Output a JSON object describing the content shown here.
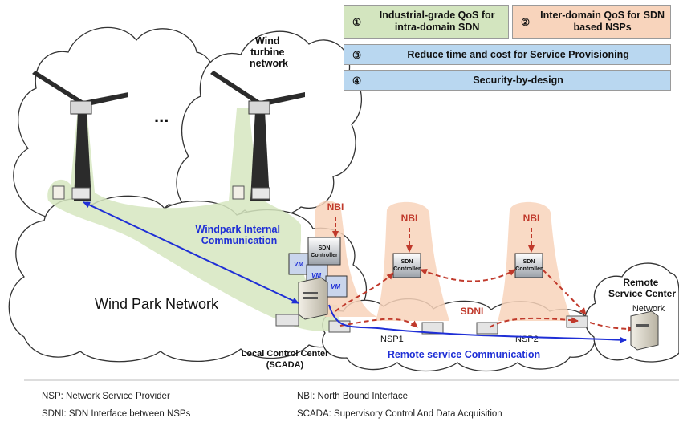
{
  "goals": [
    {
      "num": "①",
      "text": "Industrial-grade QoS for intra-domain SDN",
      "color": "#d3e5bf"
    },
    {
      "num": "②",
      "text": "Inter-domain QoS for SDN based NSPs",
      "color": "#f8d4bc"
    },
    {
      "num": "③",
      "text": "Reduce time and cost for Service Provisioning",
      "color": "#b9d7f0"
    },
    {
      "num": "④",
      "text": "Security-by-design",
      "color": "#b9d7f0"
    }
  ],
  "labels": {
    "wind_turbine_network": "Wind turbine network",
    "ellipsis": "...",
    "wind_park_network": "Wind Park Network",
    "windpark_internal": "Windpark Internal Communication",
    "nbi": "NBI",
    "sdn_controller": "SDN Controller",
    "vm": "VM",
    "nsp1": "NSP1",
    "nsp2": "NSP2",
    "sdni": "SDNI",
    "remote_service_comm": "Remote service Communication",
    "remote_service_center": "Remote Service Center",
    "network": "Network",
    "local_control_center": "Local Control Center",
    "scada": "(SCADA)"
  },
  "legend": {
    "nsp": "NSP: Network Service Provider",
    "nbi": "NBI: North Bound Interface",
    "sdni": "SDNI: SDN Interface between NSPs",
    "scada": "SCADA: Supervisory Control And Data Acquisition"
  },
  "colors": {
    "blue_link": "#1f2fd6",
    "red_link": "#c0392b",
    "green_area": "#d6e6bf",
    "orange_area": "#f8d3bb"
  }
}
